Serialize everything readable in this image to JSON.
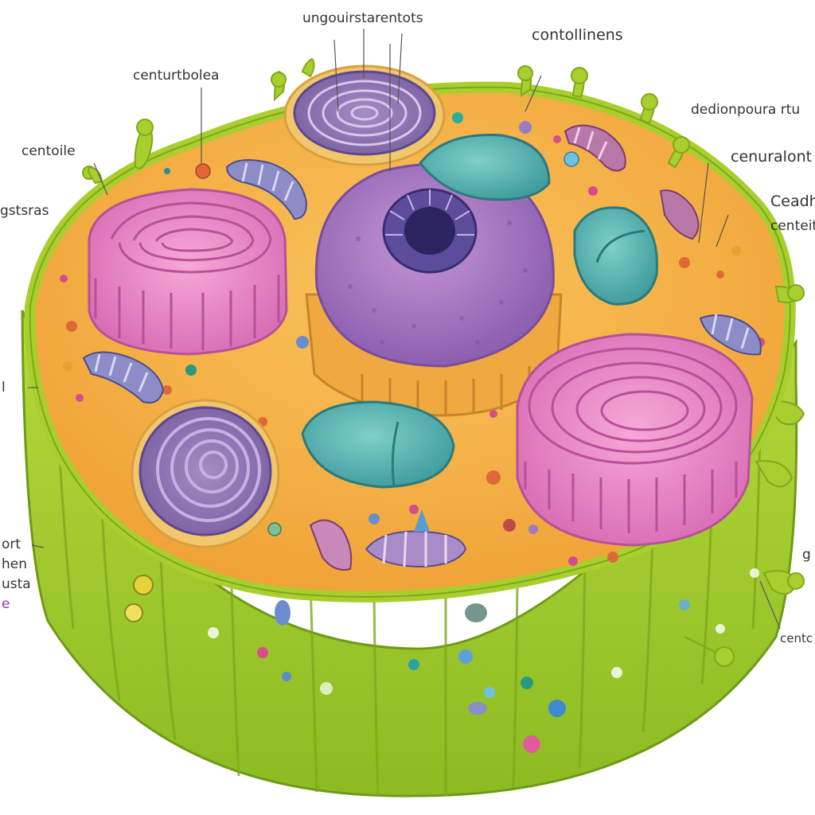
{
  "labels": {
    "top_center": "ungouirstarentots",
    "top_right": "contollinens",
    "upper_left_centurt": "centurtbolea",
    "right_dedi": "dedionpoura rtu",
    "left_centoile": "centoile",
    "right_cenural": "cenuralont",
    "left_gstras": "gstsras",
    "right_ceadh": "Ceadh",
    "right_centeit": "centeit",
    "left_l": "l",
    "left_ort": "ort",
    "left_hen": "hen",
    "left_usta": "usta",
    "left_e": "e",
    "right_g": "g",
    "right_centc": "centc"
  },
  "colors": {
    "membrane": "#a8cf2e",
    "membrane_dark": "#7fa81c",
    "cytoplasm": "#f6b84a",
    "nucleus": "#b27cc4",
    "golgi": "#ee8cc8",
    "spiral": "#8f76b2",
    "mitochondria": "#58b8b4",
    "label_accent": "#8a3c9c"
  },
  "icons": {
    "nucleus": "nucleus-icon",
    "golgi": "golgi-body-icon",
    "mitochondrion": "mitochondrion-icon",
    "centriole": "centriole-icon",
    "vacuole": "vacuole-icon"
  }
}
